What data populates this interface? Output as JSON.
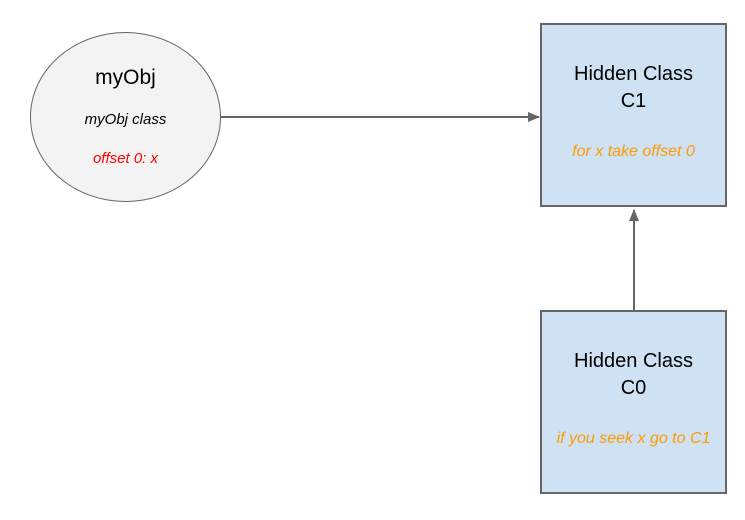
{
  "canvas": {
    "background": "#ffffff"
  },
  "nodes": {
    "myObj": {
      "title": "myObj",
      "subtitle": "myObj class",
      "note": "offset 0: x",
      "fill": "#f3f3f3",
      "border_color": "#666666",
      "note_color": "#ff0000"
    },
    "c1": {
      "title_line1": "Hidden Class",
      "title_line2": "C1",
      "note": "for x take offset 0",
      "fill": "#cfe2f3",
      "border_color": "#666666",
      "note_color": "#ff9900"
    },
    "c0": {
      "title_line1": "Hidden Class",
      "title_line2": "C0",
      "note": "if you seek x go to C1",
      "fill": "#cfe2f3",
      "border_color": "#666666",
      "note_color": "#ff9900"
    }
  },
  "edges": [
    {
      "name": "myobj-to-c1",
      "from": "myObj",
      "to": "c1",
      "color": "#666666"
    },
    {
      "name": "c0-to-c1",
      "from": "c0",
      "to": "c1",
      "color": "#666666"
    }
  ]
}
